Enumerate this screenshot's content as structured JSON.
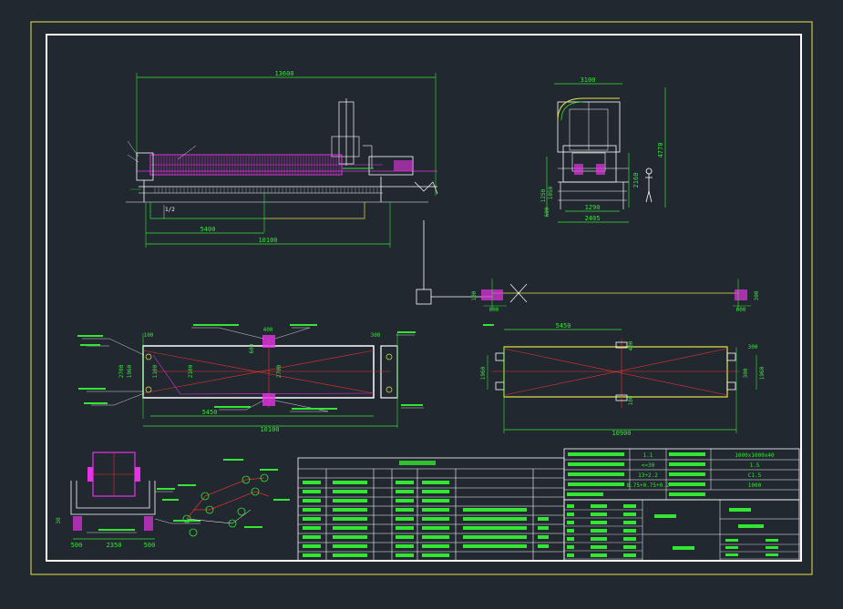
{
  "colors": {
    "background": "#212830",
    "frame_outer": "#e6e64a",
    "frame_inner": "#ffffff",
    "dimension": "#33e633",
    "plate": "#e633e6",
    "centerline": "#e63333",
    "machine": "#ffffff",
    "yellow": "#e6e64a",
    "cyan": "#33e6e6"
  },
  "elevation_view": {
    "dim_overall": "13600",
    "dim_stroke": "5400",
    "dim_length": "10100",
    "slope": "1/2"
  },
  "side_view": {
    "dim_width_top": "3100",
    "dim_height_total": "4770",
    "dim_height_frame": "2160",
    "dim_left_upper": "1250",
    "dim_left_mid": "1050",
    "dim_left_low": "600",
    "dim_base_inner": "1290",
    "dim_base_outer": "2405"
  },
  "pit_section_view": {
    "dim_left": "600",
    "dim_right": "600",
    "dim_left_h": "100",
    "dim_right_h": "300"
  },
  "foundation_plan": {
    "dim_pad_top": "400",
    "dim_pad_right": "300",
    "dim_corner": "100",
    "dim_width_outer": "2700",
    "dim_width_mid": "1960",
    "dim_width_inner": "1100",
    "dim_width_pad": "2100",
    "dim_width_right": "2700",
    "dim_pad_label_left": "600",
    "dim_inner": "5450",
    "dim_overall": "10100"
  },
  "frame_plan": {
    "dim_top": "5450",
    "dim_left_height": "1960",
    "dim_right_height": "1960",
    "dim_right_gap": "300",
    "dim_inner_height": "300",
    "dim_tick_top": "400",
    "dim_tick_bottom": "100",
    "dim_overall": "10900"
  },
  "detail_section": {
    "dim_left": "500",
    "dim_mid": "2350",
    "dim_right": "500",
    "dim_height": "30"
  },
  "spec_block": {
    "rows": [
      [
        "1.1",
        "1000x1000x40"
      ],
      [
        "<=30",
        "1.5"
      ],
      [
        "13+2.2",
        "C1.5"
      ],
      [
        "8.75+0.75+0.2",
        "1000"
      ]
    ]
  },
  "parts_table": {
    "rows": [
      [
        "4",
        "1",
        "1",
        "2.1KW"
      ],
      [
        "3",
        "1",
        "1",
        "1.5KW"
      ],
      [
        "2",
        "1",
        "1",
        "1.5KW"
      ],
      [
        "1",
        "1",
        "1",
        "1.5KW"
      ]
    ]
  }
}
